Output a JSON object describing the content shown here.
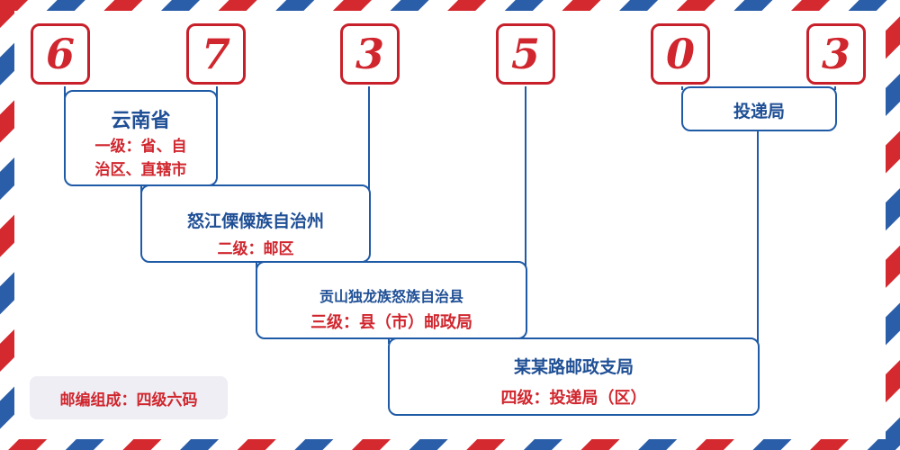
{
  "postcode": {
    "digits": [
      "6",
      "7",
      "3",
      "5",
      "0",
      "3"
    ]
  },
  "levels": [
    {
      "name": "云南省",
      "desc_line1": "一级：省、自",
      "desc_line2": "治区、直辖市"
    },
    {
      "name": "怒江傈僳族自治州",
      "desc": "二级：邮区"
    },
    {
      "name": "贡山独龙族怒族自治县",
      "desc": "三级：县（市）邮政局"
    },
    {
      "name": "某某路邮政支局",
      "desc": "四级：投递局（区）"
    },
    {
      "name": "投递局"
    }
  ],
  "legend": "邮编组成：四级六码",
  "colors": {
    "red": "#d0262e",
    "blue": "#1f5aa6",
    "stripe_red": "#d42a2f",
    "stripe_blue": "#2b5ea8"
  }
}
